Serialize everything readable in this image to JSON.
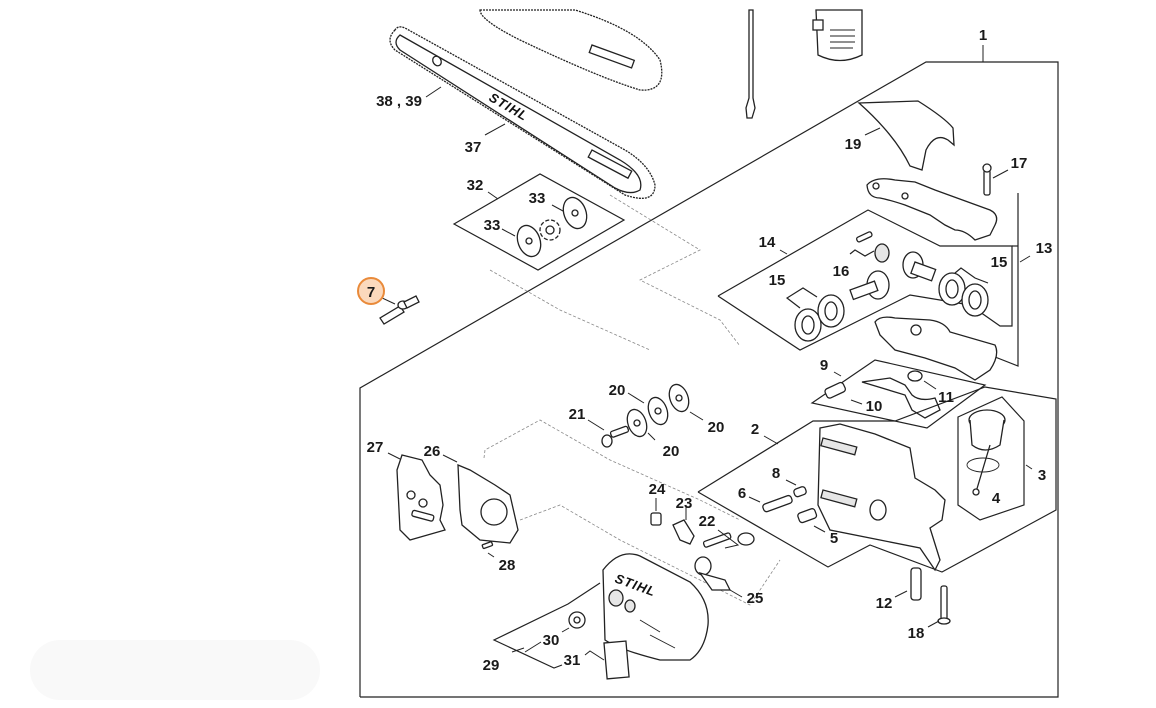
{
  "diagram": {
    "brand": "STIHL",
    "highlighted_part": "7",
    "colors": {
      "highlight_fill": "#fbd9bd",
      "highlight_stroke": "#e98a3a",
      "line": "#222222",
      "dashed": "#888888"
    },
    "callouts": {
      "c1": "1",
      "c2": "2",
      "c3": "3",
      "c4": "4",
      "c5": "5",
      "c6": "6",
      "c7": "7",
      "c8": "8",
      "c9": "9",
      "c10": "10",
      "c11": "11",
      "c12": "12",
      "c13": "13",
      "c14": "14",
      "c15a": "15",
      "c15b": "15",
      "c16": "16",
      "c17": "17",
      "c18": "18",
      "c19": "19",
      "c20a": "20",
      "c20b": "20",
      "c20c": "20",
      "c21": "21",
      "c22": "22",
      "c23": "23",
      "c24": "24",
      "c25": "25",
      "c26": "26",
      "c27": "27",
      "c28": "28",
      "c29": "29",
      "c30": "30",
      "c31": "31",
      "c32": "32",
      "c33a": "33",
      "c33b": "33",
      "c37": "37",
      "c3839": "38 , 39"
    },
    "logos": {
      "bar_logo": "STIHL",
      "cover_logo": "STIHL"
    }
  }
}
